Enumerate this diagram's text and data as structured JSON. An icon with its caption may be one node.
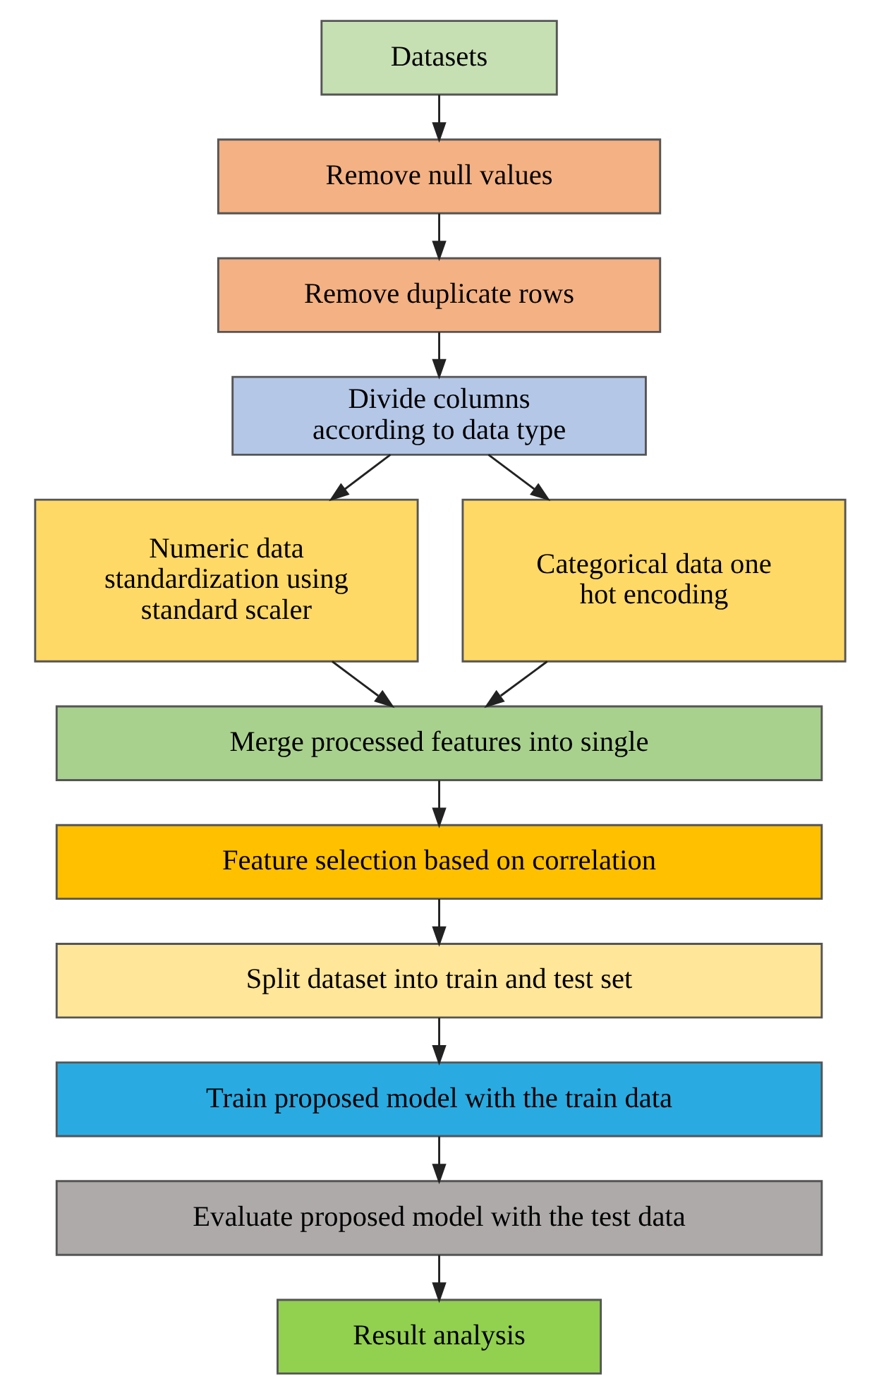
{
  "diagram": {
    "nodes": [
      {
        "text": [
          "Datasets"
        ]
      },
      {
        "text": [
          "Remove null values"
        ]
      },
      {
        "text": [
          "Remove duplicate rows"
        ]
      },
      {
        "text": [
          "Divide columns according to data type"
        ]
      },
      {
        "text": [
          "Numeric data standardization using standard scaler"
        ]
      },
      {
        "text": [
          "Categorical data one hot encoding"
        ]
      },
      {
        "text": [
          "Merge processed features into single"
        ]
      },
      {
        "text": [
          "Feature selection based on correlation"
        ]
      },
      {
        "text": [
          "Split dataset into train and test set"
        ]
      },
      {
        "text": [
          "Train proposed model with the train data"
        ]
      },
      {
        "text": [
          "Evaluate proposed model with the test data"
        ]
      },
      {
        "text": [
          "Result analysis"
        ]
      }
    ],
    "edges": [
      {
        "from": 0,
        "to": 1,
        "arrow": "to"
      },
      {
        "from": 1,
        "to": 2,
        "arrow": "to"
      },
      {
        "from": 2,
        "to": 3,
        "arrow": "to"
      },
      {
        "from": 3,
        "to": 4,
        "arrow": "to"
      },
      {
        "from": 3,
        "to": 5,
        "arrow": "to"
      },
      {
        "from": 4,
        "to": 6,
        "arrow": "to"
      },
      {
        "from": 5,
        "to": 6,
        "arrow": "to"
      },
      {
        "from": 6,
        "to": 7,
        "arrow": "to"
      },
      {
        "from": 7,
        "to": 8,
        "arrow": "to"
      },
      {
        "from": 8,
        "to": 9,
        "arrow": "to"
      },
      {
        "from": 9,
        "to": 10,
        "arrow": "to"
      },
      {
        "from": 10,
        "to": 11,
        "arrow": "to"
      }
    ]
  }
}
